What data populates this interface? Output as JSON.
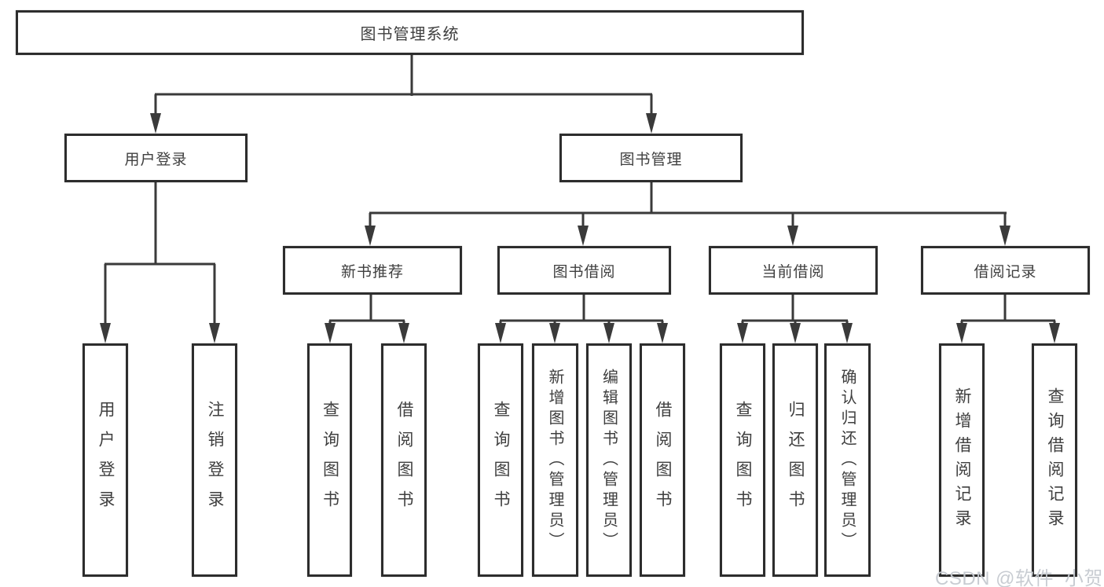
{
  "diagram": {
    "title": "图书管理系统",
    "type": "hierarchy-tree",
    "colors": {
      "background": "#ffffff",
      "line": "#3a3a3a",
      "box_border": "#2d2d2d",
      "text": "#3f3f3f",
      "watermark": "#c6cad0"
    }
  },
  "tree": {
    "label": "图书管理系统",
    "children": [
      {
        "label": "用户登录",
        "children": [
          {
            "label": "用户登录"
          },
          {
            "label": "注销登录"
          }
        ]
      },
      {
        "label": "图书管理",
        "children": [
          {
            "label": "新书推荐",
            "children": [
              {
                "label": "查询图书"
              },
              {
                "label": "借阅图书"
              }
            ]
          },
          {
            "label": "图书借阅",
            "children": [
              {
                "label": "查询图书"
              },
              {
                "label": "新增图书（管理员）"
              },
              {
                "label": "编辑图书（管理员）"
              },
              {
                "label": "借阅图书"
              }
            ]
          },
          {
            "label": "当前借阅",
            "children": [
              {
                "label": "查询图书"
              },
              {
                "label": "归还图书"
              },
              {
                "label": "确认归还（管理员）"
              }
            ]
          },
          {
            "label": "借阅记录",
            "children": [
              {
                "label": "新增借阅记录"
              },
              {
                "label": "查询借阅记录"
              }
            ]
          }
        ]
      }
    ]
  },
  "watermark": "CSDN @软件_小贺同学"
}
